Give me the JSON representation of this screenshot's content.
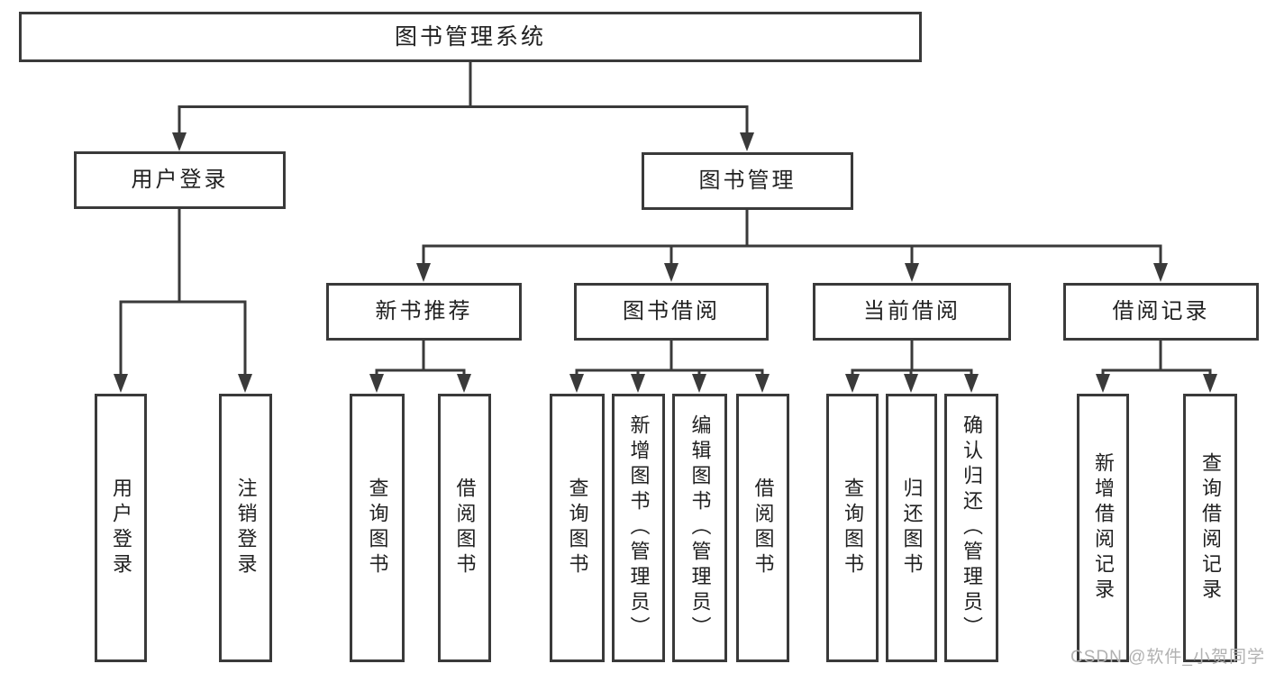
{
  "diagram": {
    "colors": {
      "line": "#3a3a3a",
      "text": "#212121",
      "background": "#ffffff",
      "watermark_text": "#b1b1b1"
    },
    "watermark": "CSDN @软件_小贺同学",
    "nodes": {
      "root": "图书管理系统",
      "user_login": "用户登录",
      "book_mgmt": "图书管理",
      "user_login_sub": "用户登录",
      "logout": "注销登录",
      "new_book_rec": "新书推荐",
      "book_borrow": "图书借阅",
      "current_borrow": "当前借阅",
      "borrow_record": "借阅记录",
      "nbr_query_books": "查询图书",
      "nbr_borrow_books": "借阅图书",
      "bb_query_books": "查询图书",
      "bb_add_books": "新增图书（管理员）",
      "bb_edit_books": "编辑图书（管理员）",
      "bb_borrow_books": "借阅图书",
      "cb_query_books": "查询图书",
      "cb_return_books": "归还图书",
      "cb_confirm_return": "确认归还（管理员）",
      "br_add_record": "新增借阅记录",
      "br_query_record": "查询借阅记录"
    }
  }
}
